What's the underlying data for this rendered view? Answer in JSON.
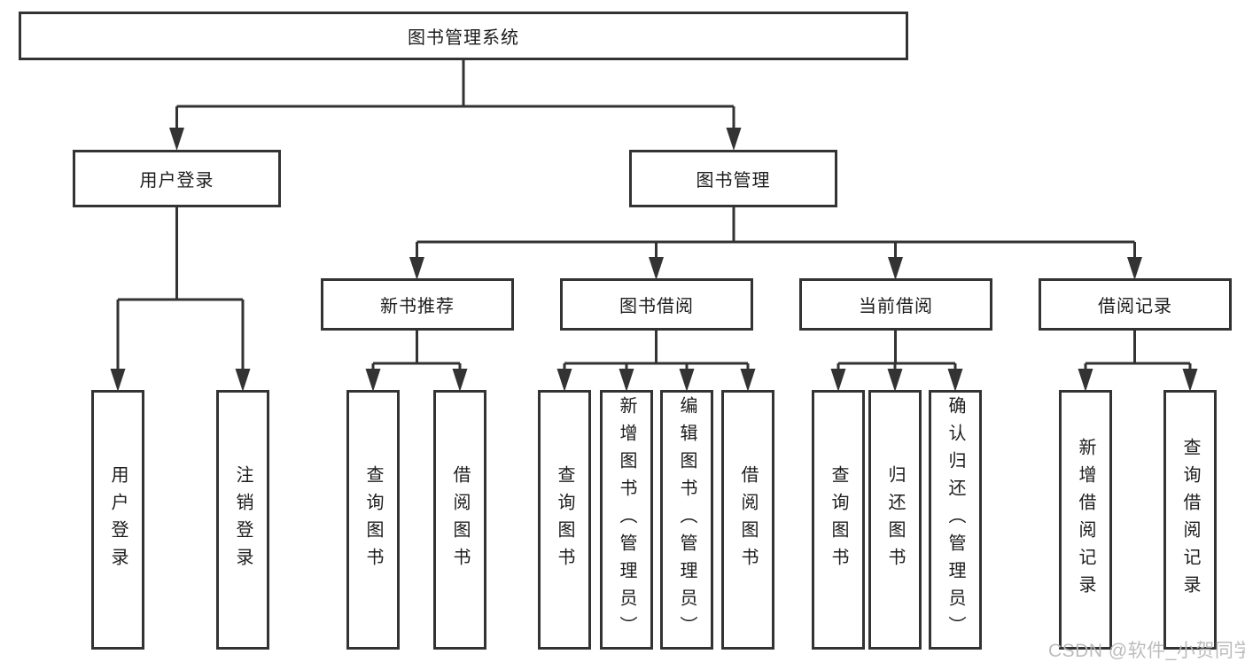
{
  "tree": {
    "root": {
      "label": "图书管理系统"
    },
    "branches": [
      {
        "label": "用户登录",
        "children": [
          {
            "label": "用户登录"
          },
          {
            "label": "注销登录"
          }
        ]
      },
      {
        "label": "图书管理",
        "children": [
          {
            "label": "新书推荐",
            "children": [
              {
                "label": "查询图书"
              },
              {
                "label": "借阅图书"
              }
            ]
          },
          {
            "label": "图书借阅",
            "children": [
              {
                "label": "查询图书"
              },
              {
                "label": "新增图书（管理员）"
              },
              {
                "label": "编辑图书（管理员）"
              },
              {
                "label": "借阅图书"
              }
            ]
          },
          {
            "label": "当前借阅",
            "children": [
              {
                "label": "查询图书"
              },
              {
                "label": "归还图书"
              },
              {
                "label": "确认归还（管理员）"
              }
            ]
          },
          {
            "label": "借阅记录",
            "children": [
              {
                "label": "新增借阅记录"
              },
              {
                "label": "查询借阅记录"
              }
            ]
          }
        ]
      }
    ]
  },
  "watermark": {
    "text": "CSDN @软件_小贺同学"
  },
  "colors": {
    "line": "#333333",
    "box_border": "#333333",
    "text": "#1c1c1c",
    "watermark": "#b8b8b8",
    "background": "#ffffff"
  }
}
